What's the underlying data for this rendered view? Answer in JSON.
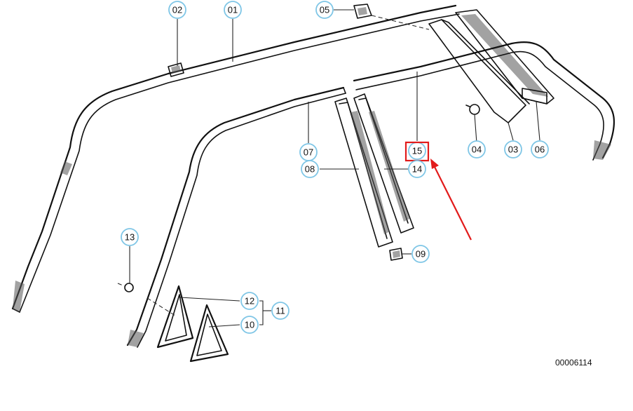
{
  "callouts": [
    {
      "id": "c01",
      "label": "01"
    },
    {
      "id": "c02",
      "label": "02"
    },
    {
      "id": "c03",
      "label": "03"
    },
    {
      "id": "c04",
      "label": "04"
    },
    {
      "id": "c05",
      "label": "05"
    },
    {
      "id": "c06",
      "label": "06"
    },
    {
      "id": "c07",
      "label": "07"
    },
    {
      "id": "c08",
      "label": "08"
    },
    {
      "id": "c09",
      "label": "09"
    },
    {
      "id": "c10",
      "label": "10"
    },
    {
      "id": "c11",
      "label": "11"
    },
    {
      "id": "c12",
      "label": "12"
    },
    {
      "id": "c13",
      "label": "13"
    },
    {
      "id": "c14",
      "label": "14"
    },
    {
      "id": "c15",
      "label": "15"
    }
  ],
  "highlighted": "15",
  "colors": {
    "callout_border": "#7fc6e6",
    "highlight": "#e21b1b",
    "line": "#111111"
  },
  "diagram_ref": "00006114"
}
